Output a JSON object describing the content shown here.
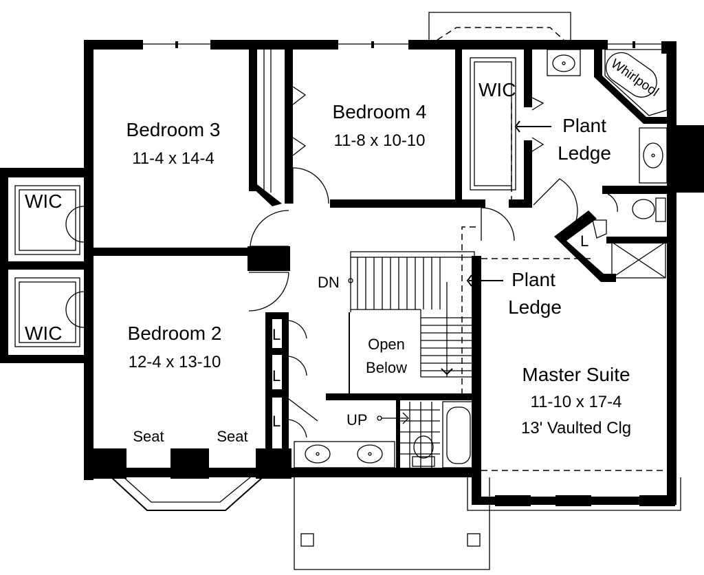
{
  "rooms": {
    "bedroom3": {
      "name": "Bedroom 3",
      "dims": "11-4 x 14-4"
    },
    "bedroom4": {
      "name": "Bedroom 4",
      "dims": "11-8 x 10-10"
    },
    "bedroom2": {
      "name": "Bedroom 2",
      "dims": "12-4 x 13-10"
    },
    "master": {
      "name": "Master Suite",
      "dims": "11-10 x 17-4",
      "ceiling": "13' Vaulted Clg"
    }
  },
  "labels": {
    "wic": "WIC",
    "plant_line1": "Plant",
    "plant_line2": "Ledge",
    "whirlpool": "Whirlpool",
    "dn": "DN",
    "up": "UP",
    "open_line1": "Open",
    "open_line2": "Below",
    "seat": "Seat",
    "linen": "L"
  }
}
